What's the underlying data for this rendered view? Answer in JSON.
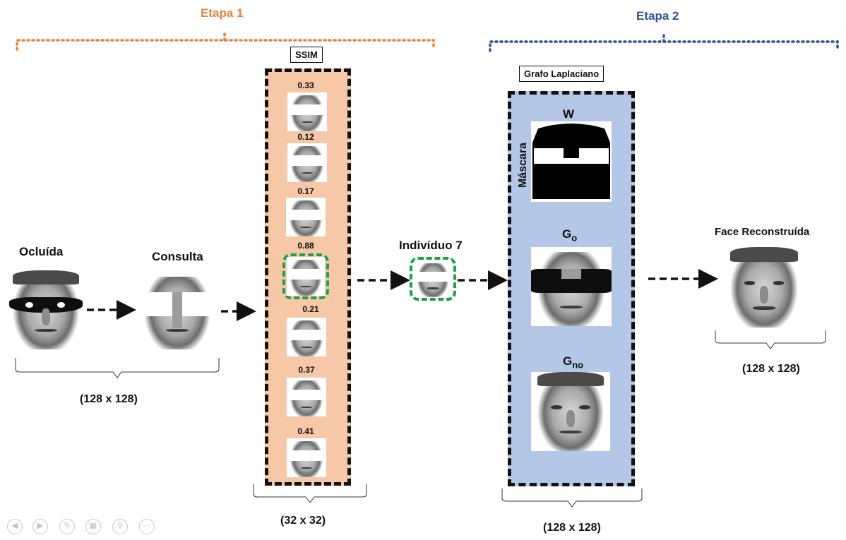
{
  "stage1": {
    "title": "Etapa 1"
  },
  "stage2": {
    "title": "Etapa 2"
  },
  "input": {
    "occluded_label": "Ocluída",
    "query_label": "Consulta",
    "size_caption": "(128 x 128)"
  },
  "ssim": {
    "label": "SSIM",
    "size_caption": "(32 x 32)",
    "scores": [
      "0.33",
      "0.12",
      "0.17",
      "0.88",
      "0.21",
      "0.37",
      "0.41"
    ],
    "selected_index": 3
  },
  "match": {
    "label": "Indivíduo 7"
  },
  "graph": {
    "label": "Grafo Laplaciano",
    "mask_label": "Máscara",
    "w_label": "W",
    "go_main": "G",
    "go_sub": "o",
    "gno_main": "G",
    "gno_sub": "no",
    "size_caption": "(128 x 128)"
  },
  "output": {
    "label": "Face Reconstruída",
    "size_caption": "(128 x 128)"
  },
  "colors": {
    "stage1": "#e8813a",
    "stage2": "#2f5496",
    "ssim_panel": "#f6c8a8",
    "graph_panel": "#b4c7e7",
    "selection": "#1aa34a"
  },
  "slide_controls": [
    "prev-icon",
    "next-icon",
    "pen-icon",
    "slides-icon",
    "zoom-icon",
    "more-icon"
  ]
}
